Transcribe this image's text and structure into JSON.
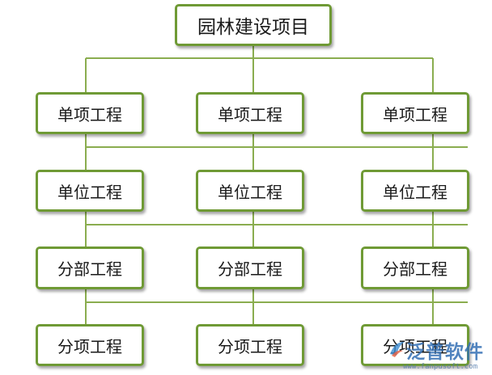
{
  "root": {
    "label": "园林建设项目"
  },
  "levels": [
    {
      "labels": [
        "单项工程",
        "单项工程",
        "单项工程"
      ]
    },
    {
      "labels": [
        "单位工程",
        "单位工程",
        "单位工程"
      ]
    },
    {
      "labels": [
        "分部工程",
        "分部工程",
        "分部工程"
      ]
    },
    {
      "labels": [
        "分项工程",
        "分项工程",
        "分项工程"
      ]
    }
  ],
  "line_color": "#8aad4f",
  "node_border_color": "#6f9a35",
  "watermark": {
    "brand": "泛普软件",
    "url": "www.fanpusoft.com"
  }
}
